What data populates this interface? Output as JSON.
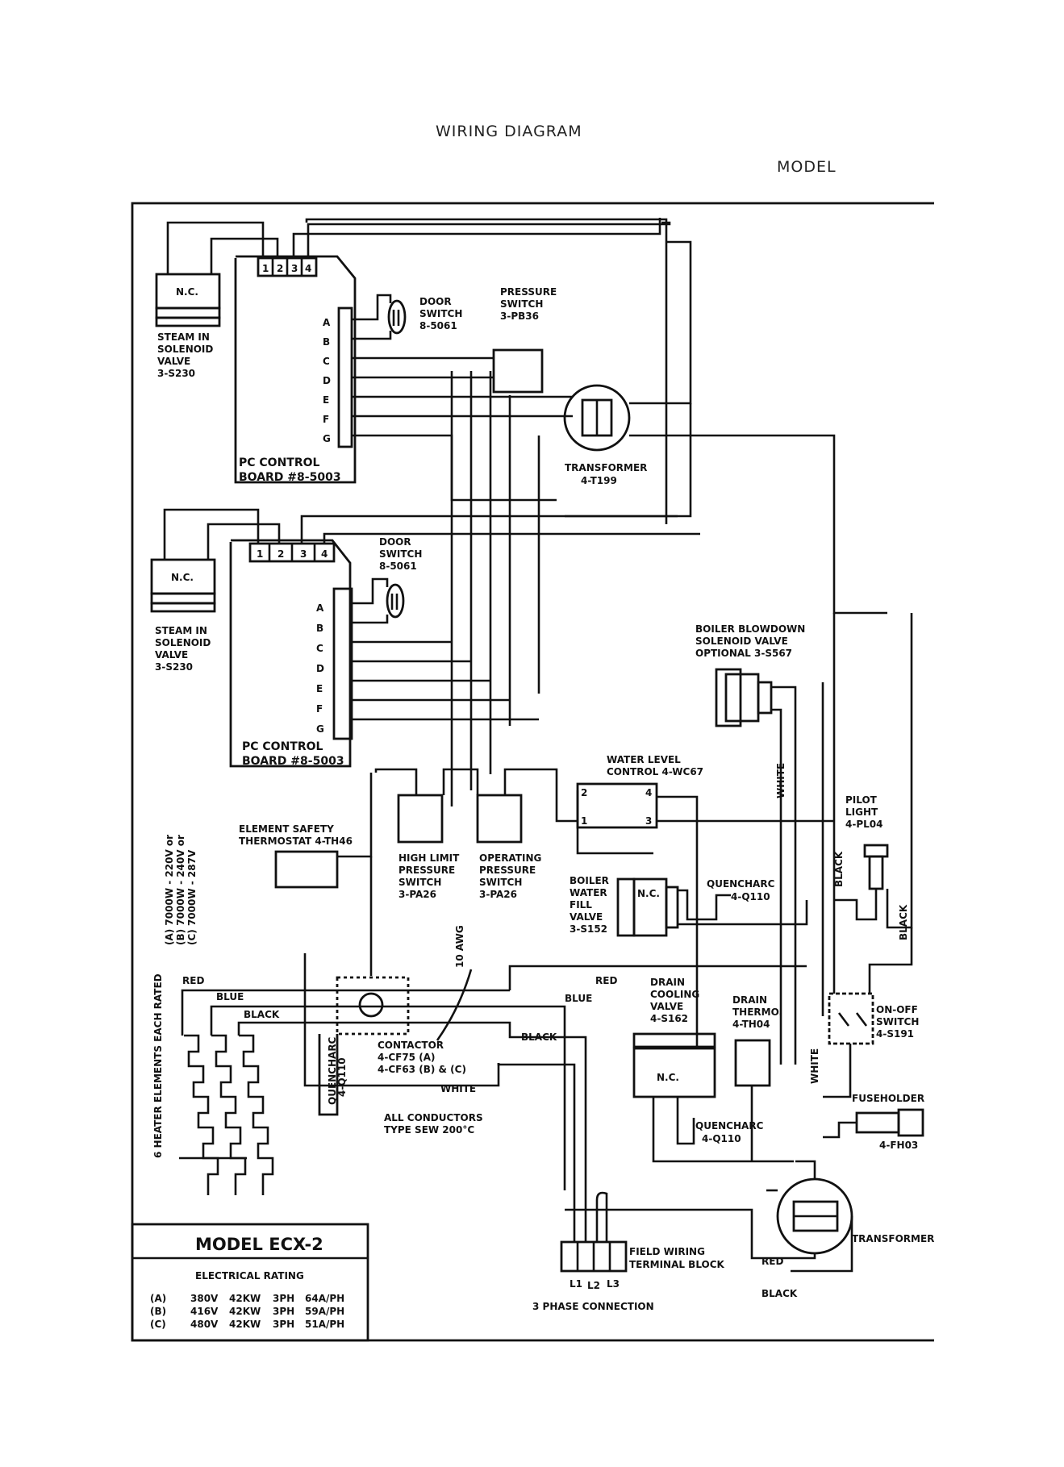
{
  "header": {
    "title": "WIRING DIAGRAM",
    "model": "MODEL"
  },
  "upper_board": {
    "terminals": [
      "1",
      "2",
      "3",
      "4"
    ],
    "pins": [
      "A",
      "B",
      "C",
      "D",
      "E",
      "F",
      "G"
    ],
    "label": [
      "PC CONTROL",
      "BOARD #8-5003"
    ],
    "valve_nc": "N.C.",
    "valve_label": [
      "STEAM IN",
      "SOLENOID",
      "VALVE",
      "3-S230"
    ],
    "door_switch": [
      "DOOR",
      "SWITCH",
      "8-5061"
    ]
  },
  "lower_board": {
    "terminals": [
      "1",
      "2",
      "3",
      "4"
    ],
    "pins": [
      "A",
      "B",
      "C",
      "D",
      "E",
      "F",
      "G"
    ],
    "label": [
      "PC CONTROL",
      "BOARD #8-5003"
    ],
    "valve_nc": "N.C.",
    "valve_label": [
      "STEAM IN",
      "SOLENOID",
      "VALVE",
      "3-S230"
    ],
    "door_switch": [
      "DOOR",
      "SWITCH",
      "8-5061"
    ]
  },
  "pressure_switch": [
    "PRESSURE",
    "SWITCH",
    "3-PB36"
  ],
  "transformer_top": [
    "TRANSFORMER",
    "4-T199"
  ],
  "boiler_blowdown": [
    "BOILER BLOWDOWN",
    "SOLENOID VALVE",
    "OPTIONAL 3-S567"
  ],
  "water_level": {
    "label": [
      "WATER LEVEL",
      "CONTROL 4-WC67"
    ],
    "terminals": [
      "2",
      "4",
      "1",
      "3"
    ]
  },
  "pilot_light": [
    "PILOT",
    "LIGHT",
    "4-PL04"
  ],
  "element_safety": [
    "ELEMENT SAFETY",
    "THERMOSTAT 4-TH46"
  ],
  "high_limit": [
    "HIGH LIMIT",
    "PRESSURE",
    "SWITCH",
    "3-PA26"
  ],
  "operating": [
    "OPERATING",
    "PRESSURE",
    "SWITCH",
    "3-PA26"
  ],
  "boiler_fill": {
    "label": [
      "BOILER",
      "WATER",
      "FILL",
      "VALVE",
      "3-S152"
    ],
    "nc": "N.C."
  },
  "quencharc_right": [
    "QUENCHARC",
    "4-Q110"
  ],
  "heater_rating": [
    "(A) 7000W - 220V or",
    "(B) 7000W - 240V or",
    "(C) 7000W - 287V"
  ],
  "heater_elements": "6 HEATER ELEMENTS EACH RATED",
  "wire_colors": {
    "red": "RED",
    "blue": "BLUE",
    "black": "BLACK",
    "white": "WHITE"
  },
  "gauge": "10 AWG",
  "contactor": [
    "CONTACTOR",
    "4-CF75 (A)",
    "4-CF63 (B) & (C)"
  ],
  "quencharc_left": [
    "QUENCHARC",
    "4-Q110"
  ],
  "all_conductors": [
    "ALL CONDUCTORS",
    "TYPE SEW 200°C"
  ],
  "drain_cooling": {
    "label": [
      "DRAIN",
      "COOLING",
      "VALVE",
      "4-S162"
    ],
    "nc": "N.C."
  },
  "drain_thermo": [
    "DRAIN",
    "THERMO.",
    "4-TH04"
  ],
  "quencharc_drain": [
    "QUENCHARC",
    "4-Q110"
  ],
  "on_off_switch": [
    "ON-OFF",
    "SWITCH",
    "4-S191"
  ],
  "fuseholder": [
    "FUSEHOLDER",
    "4-FH03"
  ],
  "transformer_bottom": "TRANSFORMER",
  "field_wiring": [
    "FIELD WIRING",
    "TERMINAL BLOCK"
  ],
  "phases": [
    "L1",
    "L2",
    "L3"
  ],
  "three_phase": "3 PHASE CONNECTION",
  "model_box": {
    "title": "MODEL ECX-2",
    "subtitle": "ELECTRICAL RATING",
    "rows": [
      {
        "code": "(A)",
        "volts": "380V",
        "kw": "42KW",
        "ph": "3PH",
        "amps": "64A/PH"
      },
      {
        "code": "(B)",
        "volts": "416V",
        "kw": "42KW",
        "ph": "3PH",
        "amps": "59A/PH"
      },
      {
        "code": "(C)",
        "volts": "480V",
        "kw": "42KW",
        "ph": "3PH",
        "amps": "51A/PH"
      }
    ]
  }
}
